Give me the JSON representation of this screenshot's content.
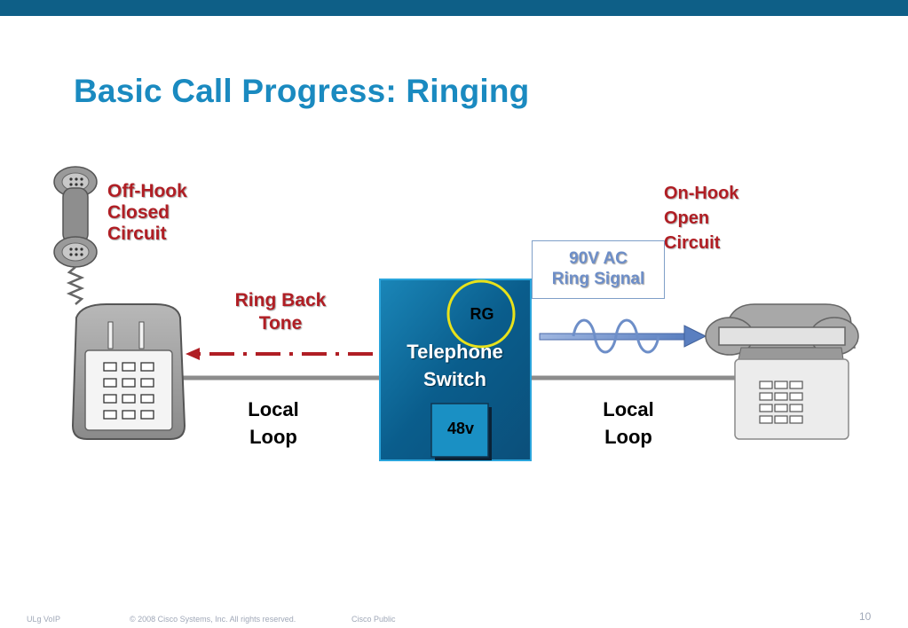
{
  "title": "Basic Call Progress: Ringing",
  "left_phone": {
    "state_lines": [
      "Off-Hook",
      "Closed",
      "Circuit"
    ]
  },
  "right_phone": {
    "state_lines": [
      "On-Hook",
      "Open",
      "Circuit"
    ]
  },
  "ring_back": {
    "lines": [
      "Ring Back",
      "Tone"
    ]
  },
  "ring_signal": {
    "lines": [
      "90V AC",
      "Ring Signal"
    ]
  },
  "switch": {
    "lines": [
      "Telephone",
      "Switch"
    ],
    "rg_label": "RG",
    "voltage_label": "48v"
  },
  "local_loop_left": {
    "lines": [
      "Local",
      "Loop"
    ]
  },
  "local_loop_right": {
    "lines": [
      "Local",
      "Loop"
    ]
  },
  "footer": {
    "left": "ULg VoIP",
    "copyright": "© 2008 Cisco Systems, Inc. All rights reserved.",
    "classification": "Cisco Public",
    "page_number": "10"
  },
  "colors": {
    "top_bar": "#0e5f87",
    "title": "#1a8ac0",
    "accent_red": "#b01e24",
    "signal_blue": "#6d8ec8",
    "switch_blue": "#0a5d8c",
    "rg_circle": "#e8e21a"
  },
  "icons": [
    "telephone-handset-icon",
    "desk-phone-icon",
    "keypad-icon",
    "sine-wave-icon"
  ]
}
